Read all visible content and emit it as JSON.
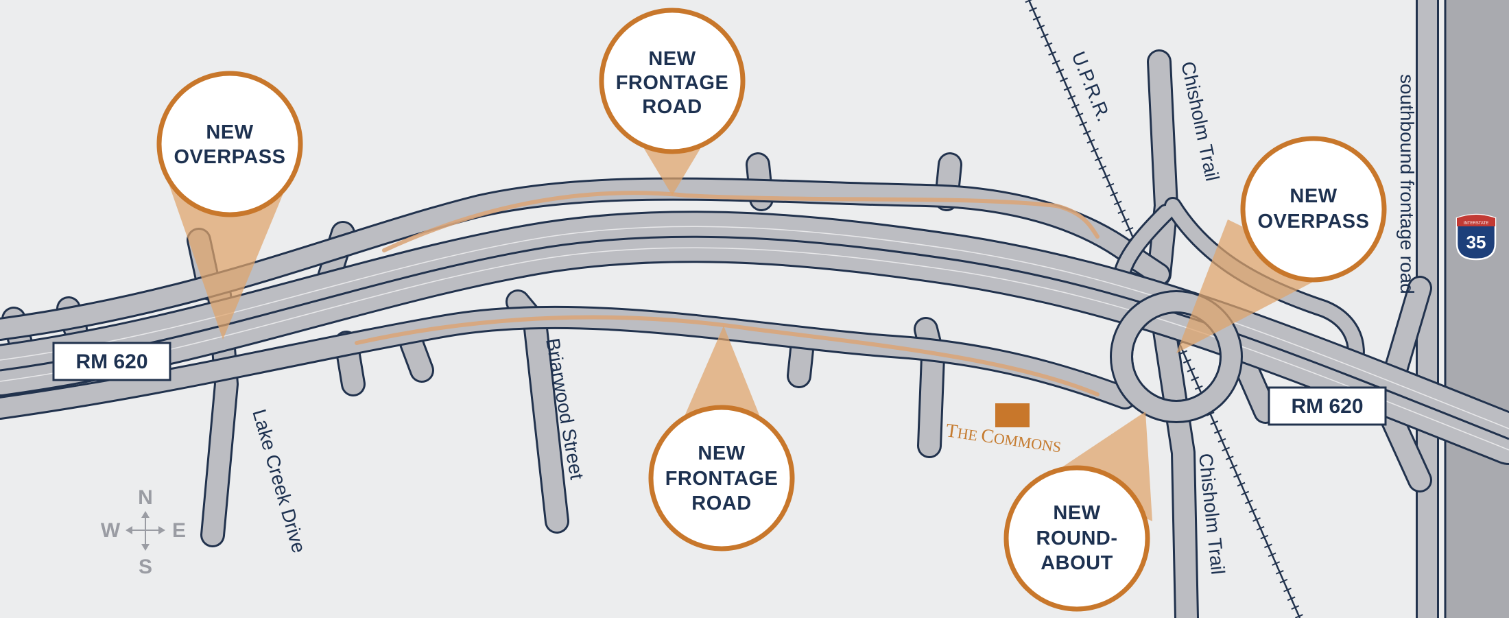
{
  "callouts": {
    "overpass_west": [
      "NEW",
      "OVERPASS"
    ],
    "frontage_north": [
      "NEW",
      "FRONTAGE",
      "ROAD"
    ],
    "frontage_south": [
      "NEW",
      "FRONTAGE",
      "ROAD"
    ],
    "overpass_east": [
      "NEW",
      "OVERPASS"
    ],
    "roundabout": [
      "NEW",
      "ROUND-",
      "ABOUT"
    ]
  },
  "roads": {
    "rm620_west": "RM 620",
    "rm620_east": "RM 620",
    "lake_creek": "Lake Creek Drive",
    "briarwood": "Briarwood Street",
    "chisholm_north": "Chisholm Trail",
    "chisholm_south": "Chisholm Trail",
    "railroad": "U.P.R.R.",
    "southbound_frontage": "southbound frontage road"
  },
  "poi": {
    "first": "T",
    "rest": "HE ",
    "first2": "C",
    "rest2": "OMMONS"
  },
  "shield": {
    "top": "INTERSTATE",
    "number": "35"
  },
  "compass": {
    "n": "N",
    "s": "S",
    "e": "E",
    "w": "W"
  },
  "colors": {
    "background": "#ecedee",
    "road": "#bcbdc2",
    "outline": "#21324d",
    "accent": "#c8772b",
    "cone": "#dfa46b",
    "text": "#1d3150"
  }
}
